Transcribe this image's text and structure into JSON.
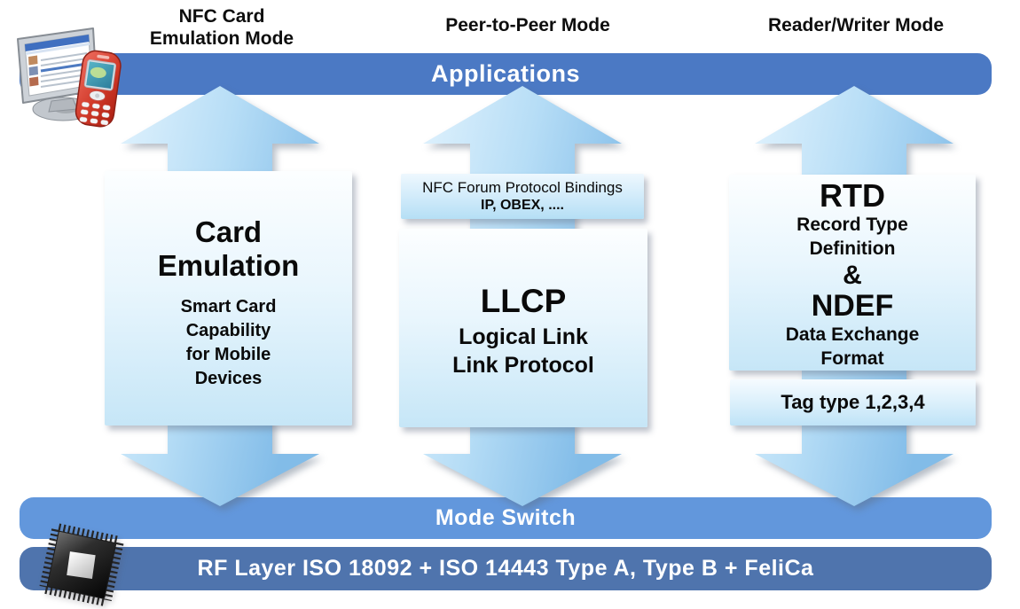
{
  "labels": {
    "card_emulation_mode": {
      "line1": "NFC Card",
      "line2": "Emulation Mode"
    },
    "peer_to_peer_mode": "Peer-to-Peer Mode",
    "reader_writer_mode": "Reader/Writer Mode"
  },
  "layers": {
    "applications": "Applications",
    "mode_switch": "Mode Switch",
    "rf_layer": "RF Layer ISO 18092 + ISO 14443 Type A, Type B + FeliCa"
  },
  "boxes": {
    "card_emulation": {
      "title_line1": "Card",
      "title_line2": "Emulation",
      "desc_line1": "Smart Card",
      "desc_line2": "Capability",
      "desc_line3": "for Mobile",
      "desc_line4": "Devices"
    },
    "nfc_forum_bindings": {
      "line1": "NFC Forum Protocol Bindings",
      "line2": "IP, OBEX, ...."
    },
    "llcp": {
      "title": "LLCP",
      "desc_line1": "Logical Link",
      "desc_line2": "Link Protocol"
    },
    "rtd_ndef": {
      "title1": "RTD",
      "sub1_line1": "Record Type",
      "sub1_line2": "Definition",
      "amp": "&",
      "title2": "NDEF",
      "sub2_line1": "Data Exchange",
      "sub2_line2": "Format"
    },
    "tag_type": {
      "label": "Tag type 1,2,3,4"
    }
  },
  "icons": {
    "top_left": "desktop-monitor-with-mobile-phone",
    "bottom_left": "nfc-chip"
  },
  "colors": {
    "applications_bar": "#4b79c4",
    "mode_switch_bar": "#6297dc",
    "rf_layer_bar": "#4f74ad",
    "arrow_light": "#dbeffc",
    "arrow_dark": "#7fbae6",
    "box_top": "#fcfeff",
    "box_bottom": "#c6e6f7"
  }
}
